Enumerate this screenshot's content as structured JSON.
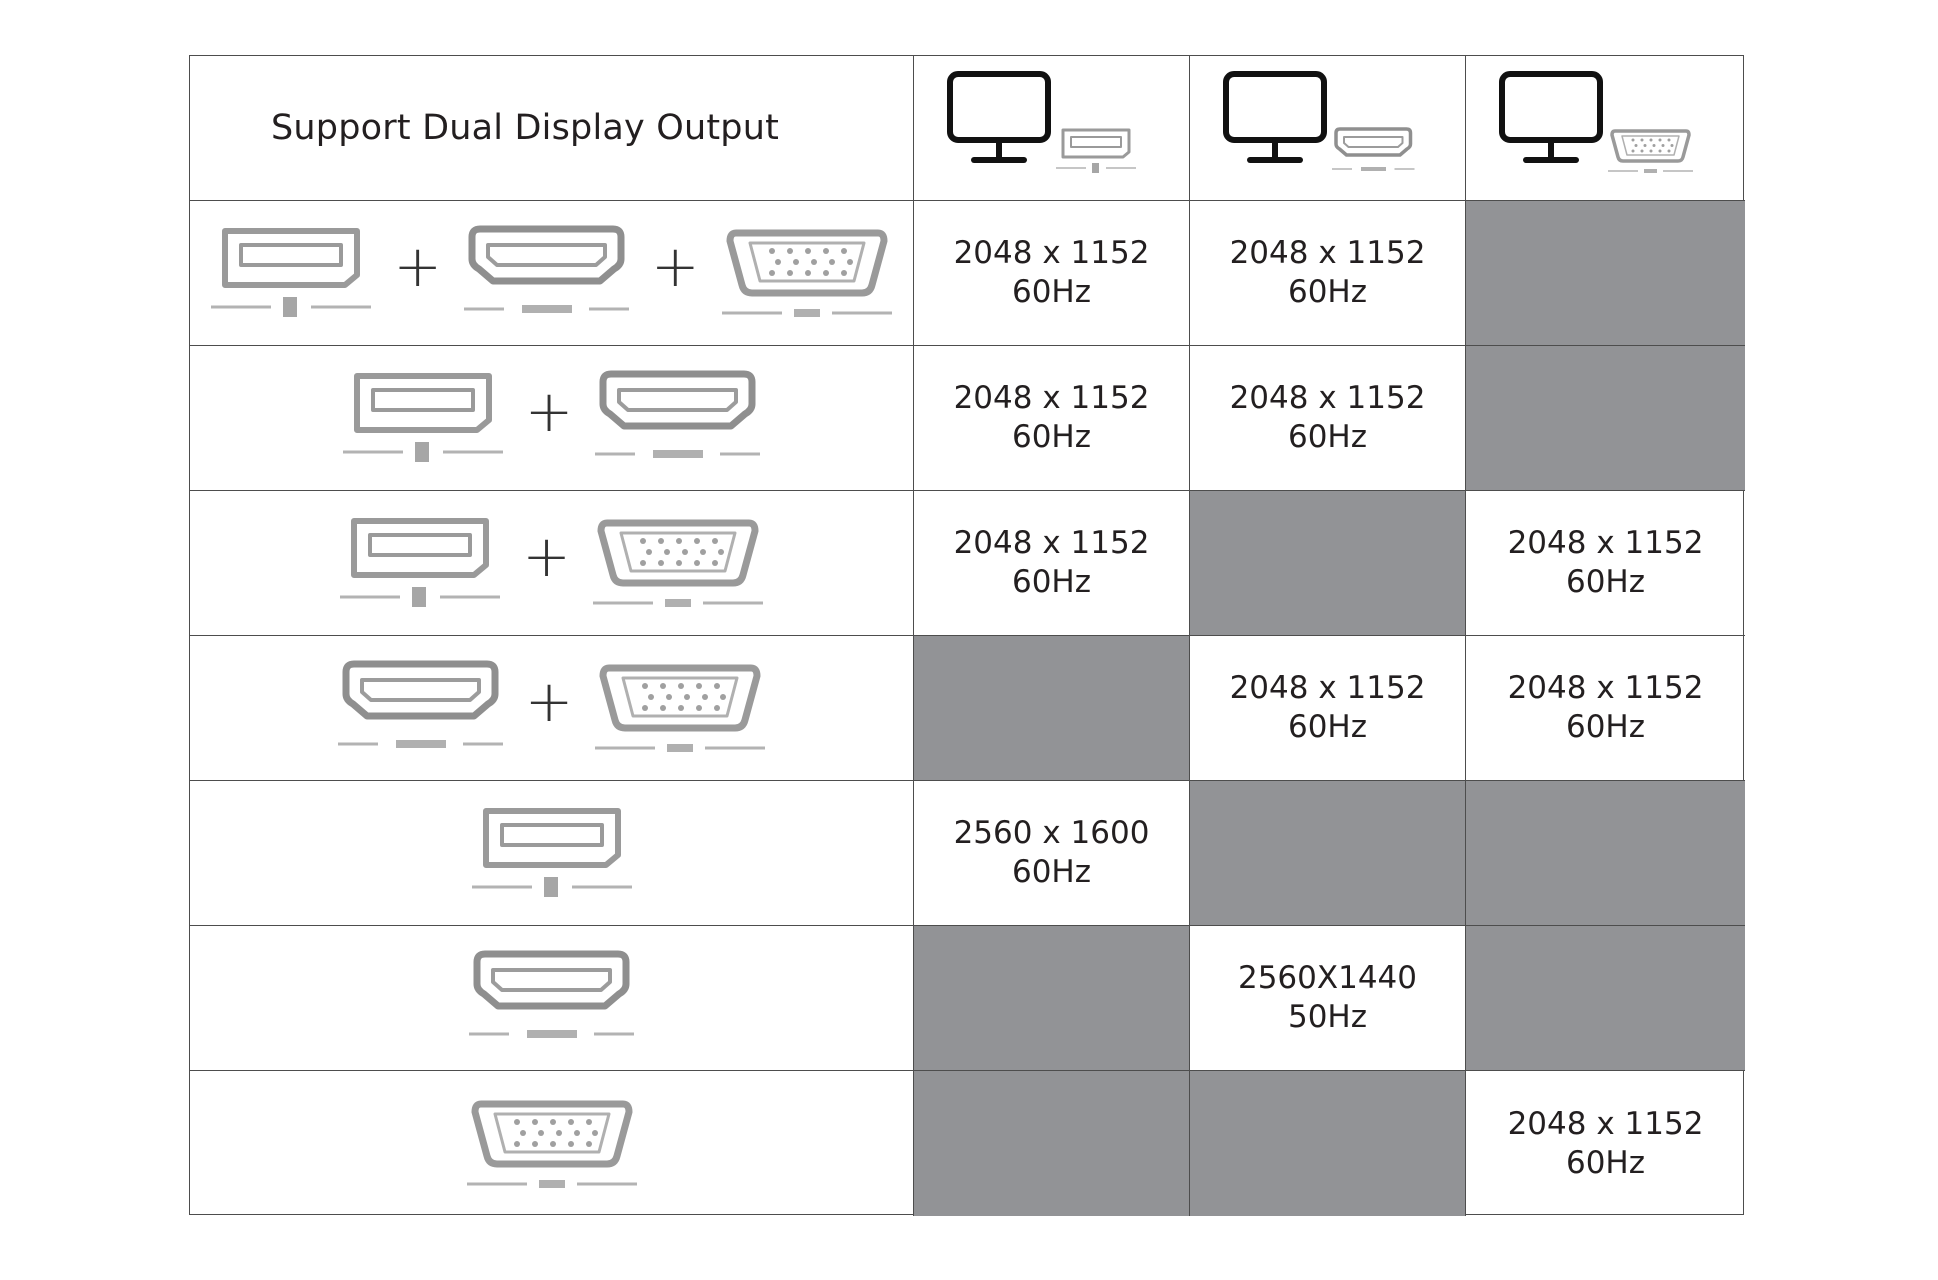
{
  "table": {
    "title": "Support Dual Display Output",
    "columns": [
      {
        "icon": "monitor-displayport-icon",
        "port": "displayport"
      },
      {
        "icon": "monitor-hdmi-icon",
        "port": "hdmi"
      },
      {
        "icon": "monitor-vga-icon",
        "port": "vga"
      }
    ],
    "rows": [
      {
        "connectors": [
          "displayport",
          "hdmi",
          "vga"
        ],
        "cells": [
          {
            "line1": "2048 x 1152",
            "line2": "60Hz"
          },
          {
            "line1": "2048 x 1152",
            "line2": "60Hz"
          },
          null
        ]
      },
      {
        "connectors": [
          "displayport",
          "hdmi"
        ],
        "cells": [
          {
            "line1": "2048 x 1152",
            "line2": "60Hz"
          },
          {
            "line1": "2048 x 1152",
            "line2": "60Hz"
          },
          null
        ]
      },
      {
        "connectors": [
          "displayport",
          "vga"
        ],
        "cells": [
          {
            "line1": "2048 x 1152",
            "line2": "60Hz"
          },
          null,
          {
            "line1": "2048 x 1152",
            "line2": "60Hz"
          }
        ]
      },
      {
        "connectors": [
          "hdmi",
          "vga"
        ],
        "cells": [
          null,
          {
            "line1": "2048 x 1152",
            "line2": "60Hz"
          },
          {
            "line1": "2048 x 1152",
            "line2": "60Hz"
          }
        ]
      },
      {
        "connectors": [
          "displayport"
        ],
        "cells": [
          {
            "line1": "2560 x 1600",
            "line2": "60Hz"
          },
          null,
          null
        ]
      },
      {
        "connectors": [
          "hdmi"
        ],
        "cells": [
          null,
          {
            "line1": "2560X1440",
            "line2": "50Hz"
          },
          null
        ]
      },
      {
        "connectors": [
          "vga"
        ],
        "cells": [
          null,
          null,
          {
            "line1": "2048 x 1152",
            "line2": "60Hz"
          }
        ]
      }
    ],
    "plus_symbol": "+",
    "colors": {
      "unsupported_fill": "#929396",
      "grid_line": "#4d4d4d",
      "text": "#231f20",
      "port_gray": "#8c8c8c"
    }
  }
}
